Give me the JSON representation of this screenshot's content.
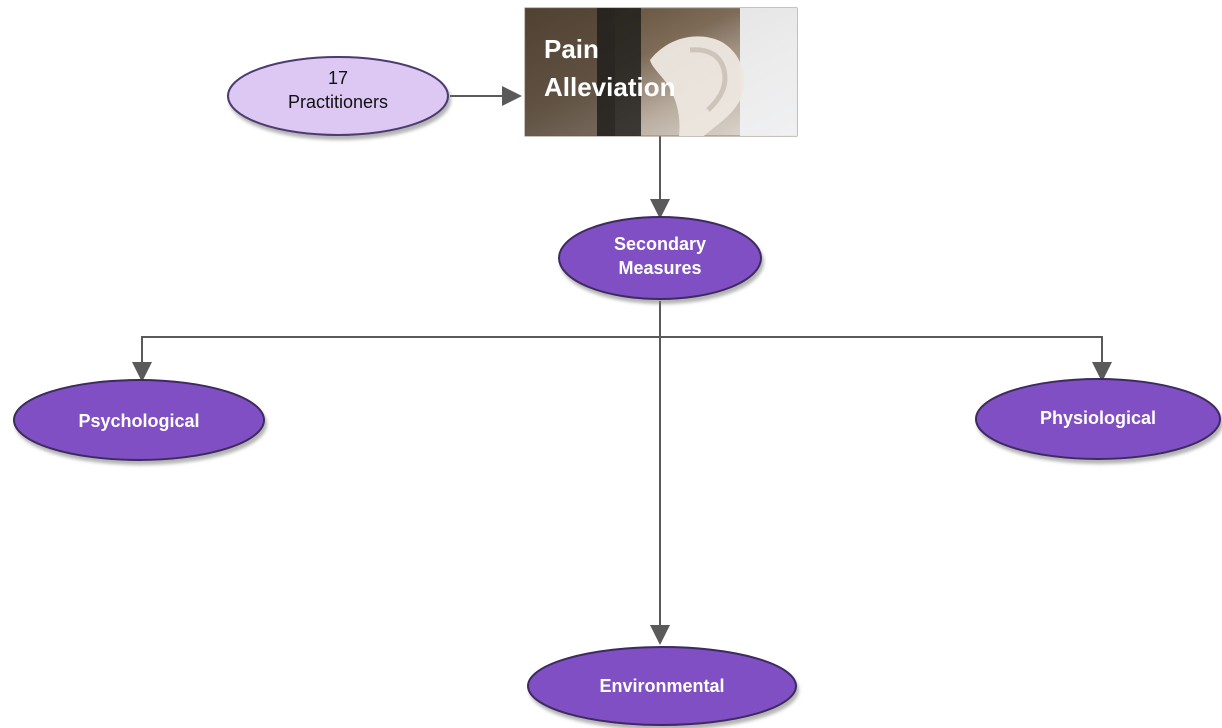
{
  "diagram": {
    "nodes": {
      "practitioners": {
        "line1": "17",
        "line2": "Practitioners"
      },
      "pain_alleviation": {
        "line1": "Pain",
        "line2": "Alleviation"
      },
      "secondary_measures": {
        "line1": "Secondary",
        "line2": "Measures"
      },
      "psychological": {
        "label": "Psychological"
      },
      "physiological": {
        "label": "Physiological"
      },
      "environmental": {
        "label": "Environmental"
      }
    },
    "colors": {
      "primary_node_fill": "#7f4fc3",
      "primary_node_stroke": "#3d2a5f",
      "secondary_node_fill": "#dcc8f3",
      "connector": "#5a5a5a"
    }
  }
}
